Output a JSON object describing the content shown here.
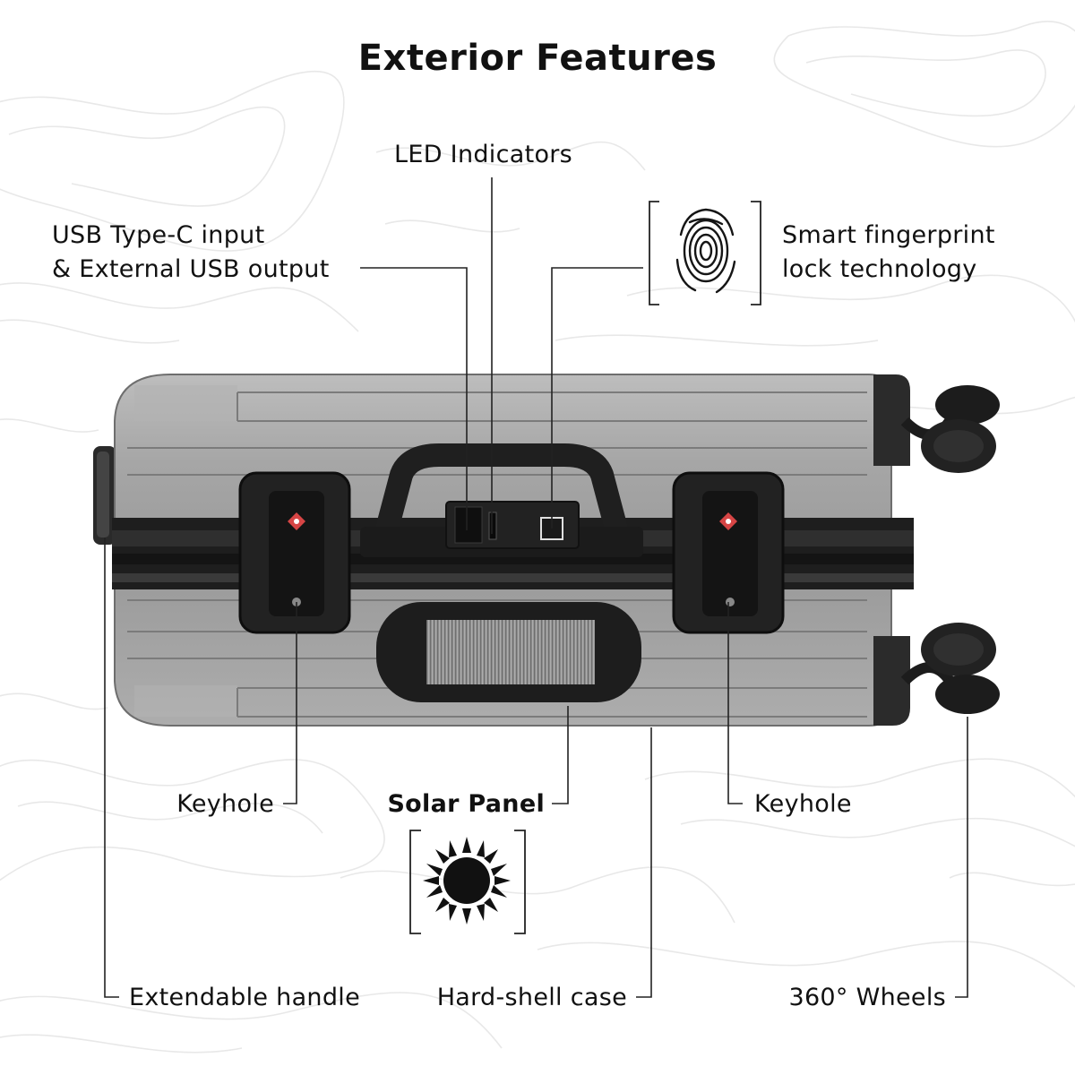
{
  "title": "Exterior Features",
  "labels": {
    "led": "LED Indicators",
    "usb_line1": "USB Type-C input",
    "usb_line2": "& External USB output",
    "fp_line1": "Smart fingerprint",
    "fp_line2": "lock technology",
    "keyhole_left": "Keyhole",
    "solar": "Solar Panel",
    "keyhole_right": "Keyhole",
    "handle": "Extendable handle",
    "shell": "Hard-shell case",
    "wheels": "360° Wheels"
  },
  "colors": {
    "text": "#111111",
    "shell": "#a3a3a3",
    "shell_dark": "#7a7a7a",
    "hardware": "#1c1c1c",
    "contour": "#e6e6e6"
  },
  "icons": [
    "fingerprint-icon",
    "sun-icon"
  ]
}
